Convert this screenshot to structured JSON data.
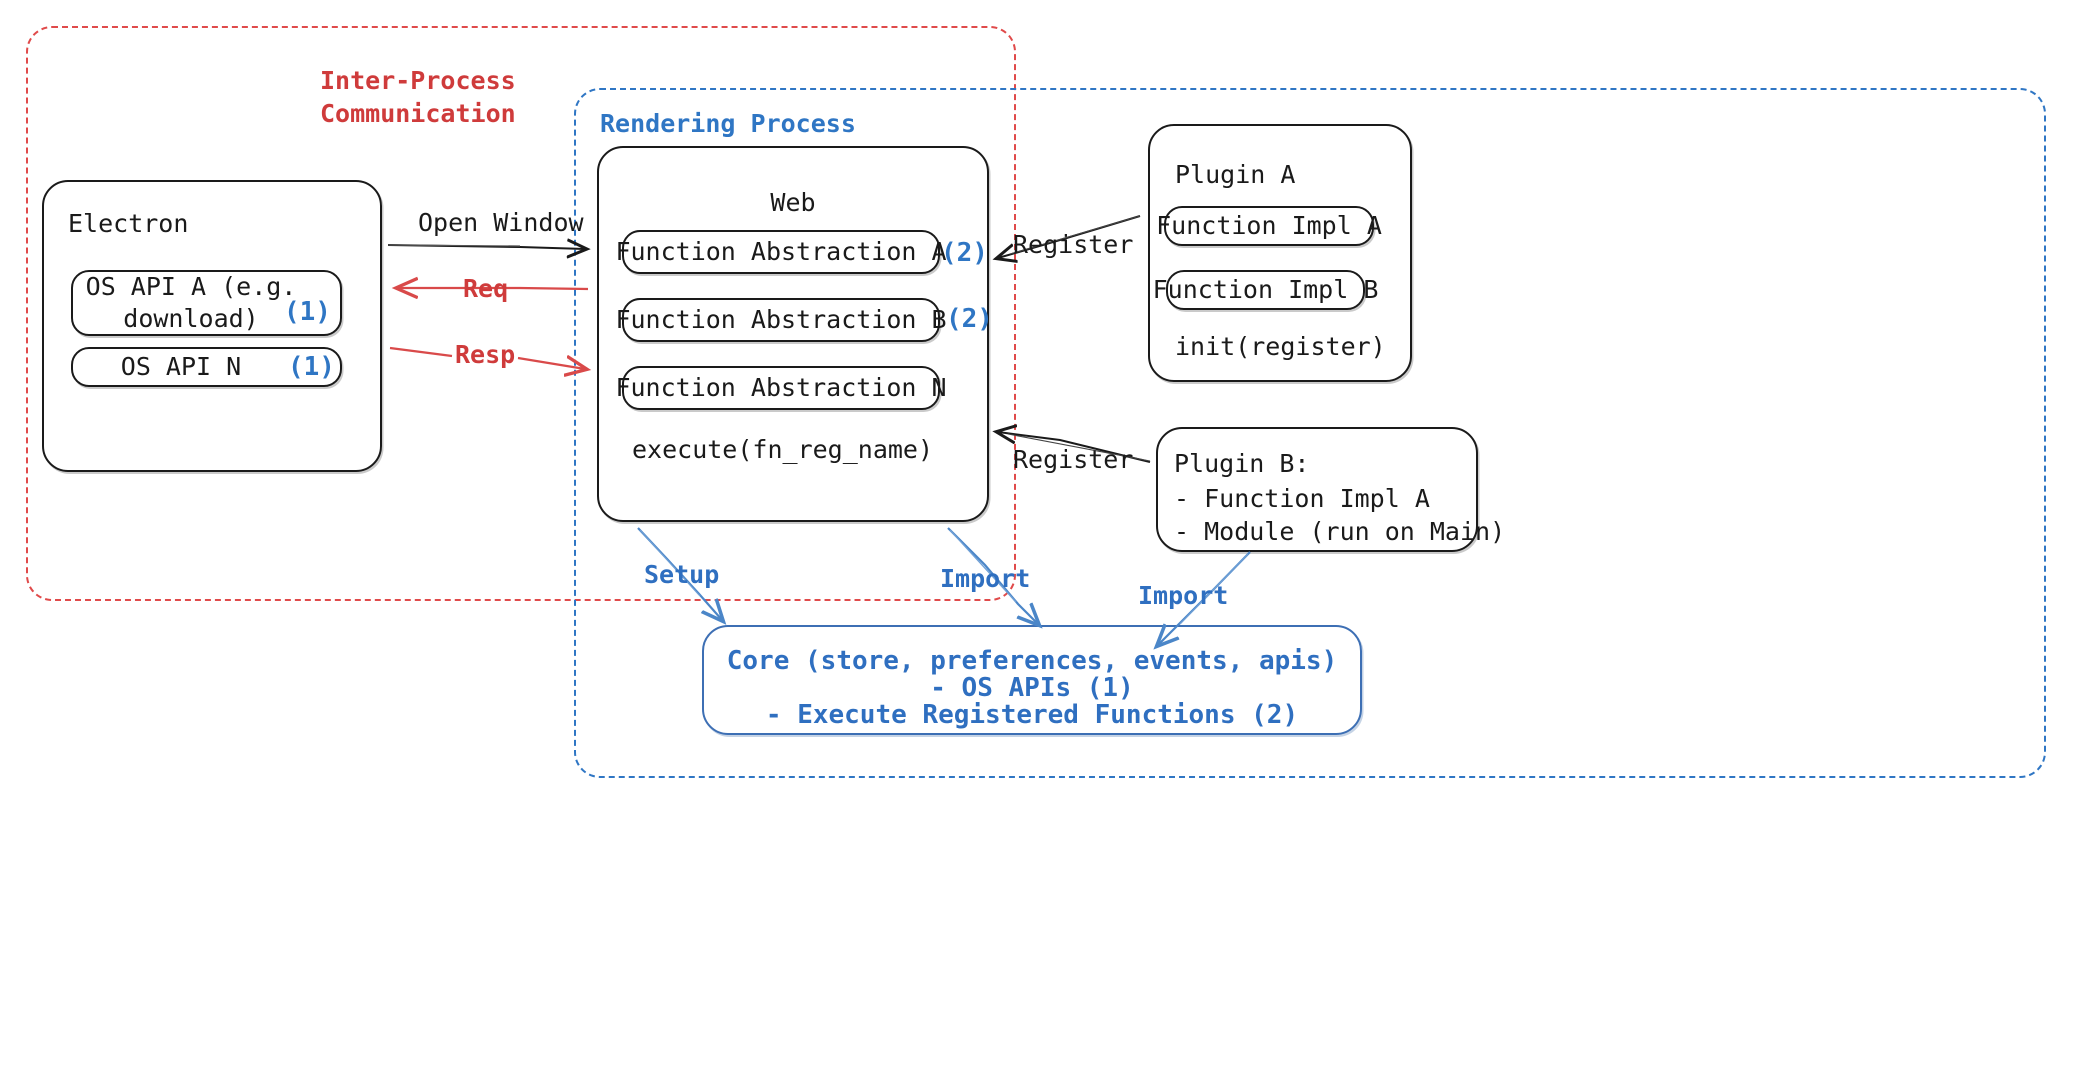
{
  "diagram": {
    "title_ipc": "Inter-Process\nCommunication",
    "title_rendering": "Rendering Process",
    "colors": {
      "ipc_red": "#cf3b3b",
      "rendering_blue": "#2f76c4",
      "core_blue": "#2f6fc0",
      "outline_black": "#1a1a1a"
    }
  },
  "electron": {
    "title": "Electron",
    "apis": [
      {
        "label": "OS API A (e.g.\ndownload)",
        "marker": "(1)"
      },
      {
        "label": "OS API N",
        "marker": "(1)"
      }
    ]
  },
  "web": {
    "title": "Web",
    "abstractions": [
      {
        "label": "Function Abstraction A",
        "marker": "(2)"
      },
      {
        "label": "Function Abstraction B",
        "marker": "(2)"
      },
      {
        "label": "Function Abstraction N",
        "marker": ""
      }
    ],
    "method": "execute(fn_reg_name)"
  },
  "plugin_a": {
    "title": "Plugin A",
    "functions": [
      "Function Impl A",
      "Function Impl B"
    ],
    "method": "init(register)"
  },
  "plugin_b": {
    "title": "Plugin B:",
    "lines": [
      "- Function Impl A",
      "- Module (run on Main)"
    ]
  },
  "core": {
    "line1": "Core (store, preferences, events, apis)",
    "line2": "- OS APIs (1)",
    "line3": "- Execute Registered Functions (2)"
  },
  "edges": {
    "open_window": "Open Window",
    "req": "Req",
    "resp": "Resp",
    "register_top": "Register",
    "register_bottom": "Register",
    "setup": "Setup",
    "import_web": "Import",
    "import_plugin_b": "Import"
  }
}
